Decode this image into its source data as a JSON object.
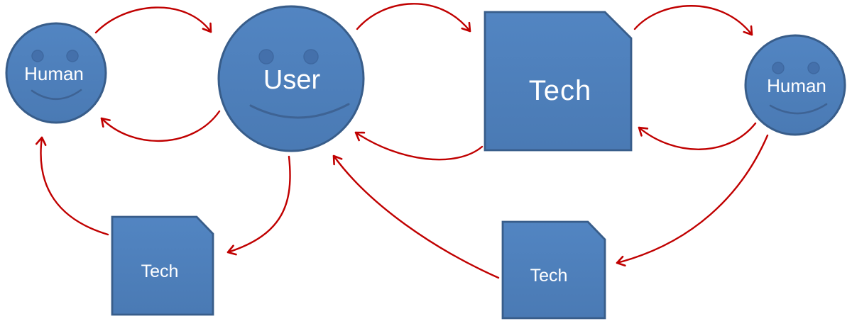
{
  "diagram": {
    "description": "Hand-drawn style node-link diagram showing interaction loops between humans, a user, and technology artifacts",
    "colors": {
      "node_fill": "#4F81BD",
      "node_border": "#385D8A",
      "face_feature": "#3E6394",
      "arrow": "#C00000",
      "label_text": "#FFFFFF"
    },
    "nodes": [
      {
        "id": "human-left",
        "shape": "smiley-face-circle",
        "label": "Human",
        "size": "small"
      },
      {
        "id": "user",
        "shape": "smiley-face-circle",
        "label": "User",
        "size": "large"
      },
      {
        "id": "tech-main",
        "shape": "snipped-corner-square",
        "label": "Tech",
        "size": "large"
      },
      {
        "id": "human-right",
        "shape": "smiley-face-circle",
        "label": "Human",
        "size": "small"
      },
      {
        "id": "tech-bottom-left",
        "shape": "snipped-corner-square",
        "label": "Tech",
        "size": "small"
      },
      {
        "id": "tech-bottom-mid",
        "shape": "snipped-corner-square",
        "label": "Tech",
        "size": "small"
      }
    ],
    "edges": [
      {
        "from": "human-left",
        "to": "user"
      },
      {
        "from": "user",
        "to": "human-left"
      },
      {
        "from": "user",
        "to": "tech-main"
      },
      {
        "from": "tech-main",
        "to": "user"
      },
      {
        "from": "tech-main",
        "to": "human-right"
      },
      {
        "from": "human-right",
        "to": "tech-main"
      },
      {
        "from": "tech-bottom-left",
        "to": "human-left"
      },
      {
        "from": "user",
        "to": "tech-bottom-left"
      },
      {
        "from": "tech-bottom-mid",
        "to": "user"
      },
      {
        "from": "human-right",
        "to": "tech-bottom-mid"
      }
    ]
  }
}
